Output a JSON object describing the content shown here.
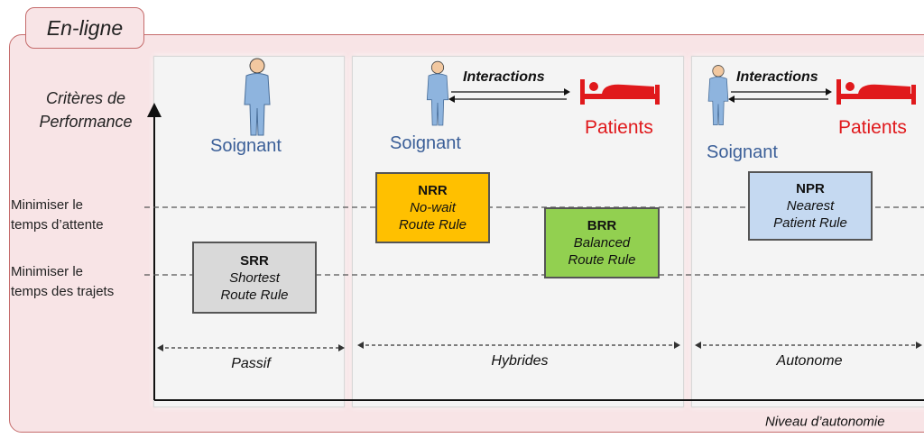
{
  "tab_title": "En-ligne",
  "y_axis_label_1": "Critères de",
  "y_axis_label_2": "Performance",
  "criteria": [
    {
      "line1": "Minimiser le",
      "line2": "temps d’attente"
    },
    {
      "line1": "Minimiser le",
      "line2": "temps des trajets"
    }
  ],
  "columns": [
    {
      "agent": "Soignant",
      "bottom": "Passif"
    },
    {
      "agent": "Soignant",
      "interaction": "Interactions",
      "target": "Patients",
      "bottom": "Hybrides"
    },
    {
      "agent": "Soignant",
      "interaction": "Interactions",
      "target": "Patients",
      "bottom": "Autonome"
    }
  ],
  "rules": {
    "srr": {
      "code": "SRR",
      "name1": "Shortest",
      "name2": "Route  Rule",
      "color": "#d9d9d9"
    },
    "nrr": {
      "code": "NRR",
      "name1": "No-wait",
      "name2": "Route Rule",
      "color": "#ffc000"
    },
    "brr": {
      "code": "BRR",
      "name1": "Balanced",
      "name2": "Route Rule",
      "color": "#92d050"
    },
    "npr": {
      "code": "NPR",
      "name1": "Nearest",
      "name2": "Patient Rule",
      "color": "#c5d9f1"
    }
  },
  "x_axis_label": "Niveau d’autonomie"
}
